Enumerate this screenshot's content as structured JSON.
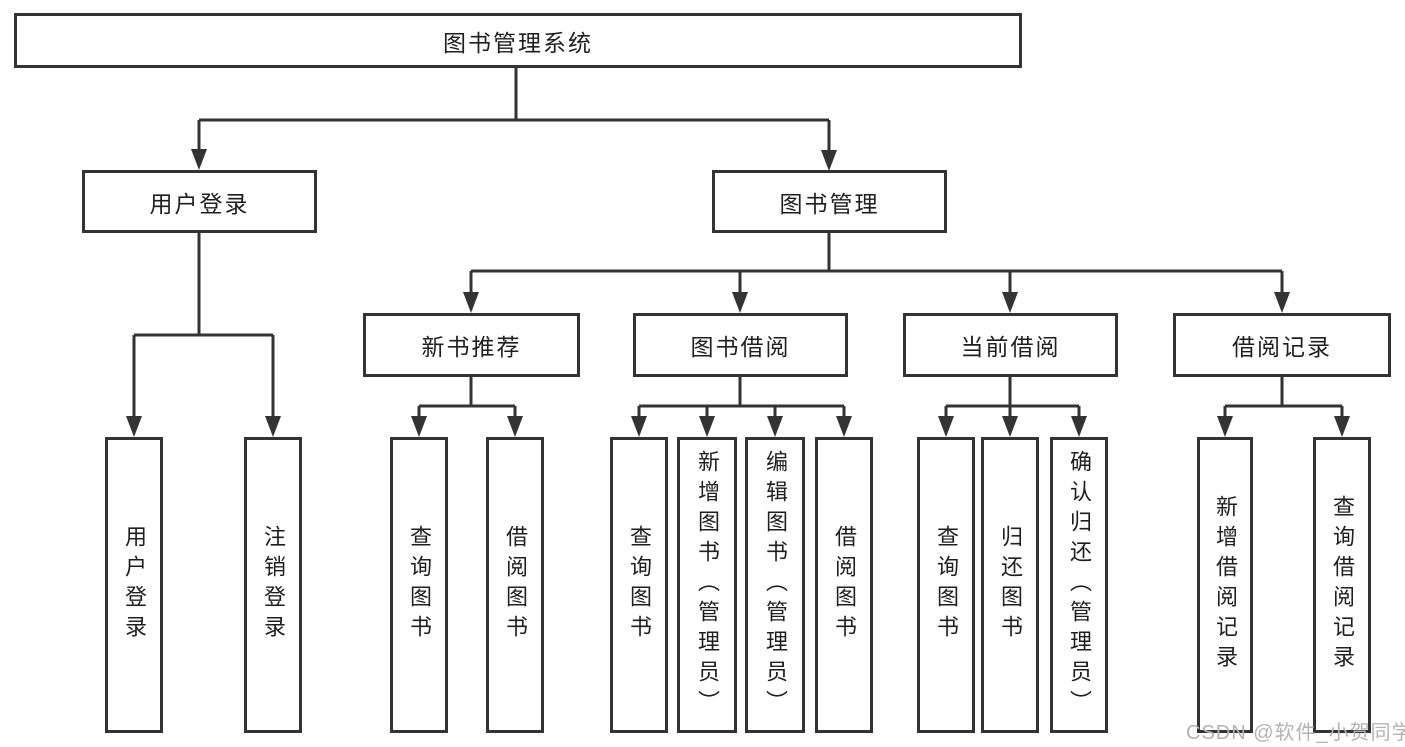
{
  "diagram": {
    "title": "图书管理系统",
    "level2": [
      {
        "label": "用户登录"
      },
      {
        "label": "图书管理"
      }
    ],
    "level3": [
      {
        "label": "新书推荐"
      },
      {
        "label": "图书借阅"
      },
      {
        "label": "当前借阅"
      },
      {
        "label": "借阅记录"
      }
    ],
    "leaves": [
      {
        "label": "用户登录"
      },
      {
        "label": "注销登录"
      },
      {
        "label": "查询图书"
      },
      {
        "label": "借阅图书"
      },
      {
        "label": "查询图书"
      },
      {
        "label": "新增图书（管理员）"
      },
      {
        "label": "编辑图书（管理员）"
      },
      {
        "label": "借阅图书"
      },
      {
        "label": "查询图书"
      },
      {
        "label": "归还图书"
      },
      {
        "label": "确认归还（管理员）"
      },
      {
        "label": "新增借阅记录"
      },
      {
        "label": "查询借阅记录"
      }
    ],
    "watermark": "CSDN @软件_小贺同学",
    "colors": {
      "line": "#333333",
      "box_border": "#333333",
      "text": "#1f1f1f",
      "watermark_text": "#b3b3b3",
      "background": "#ffffff"
    }
  }
}
